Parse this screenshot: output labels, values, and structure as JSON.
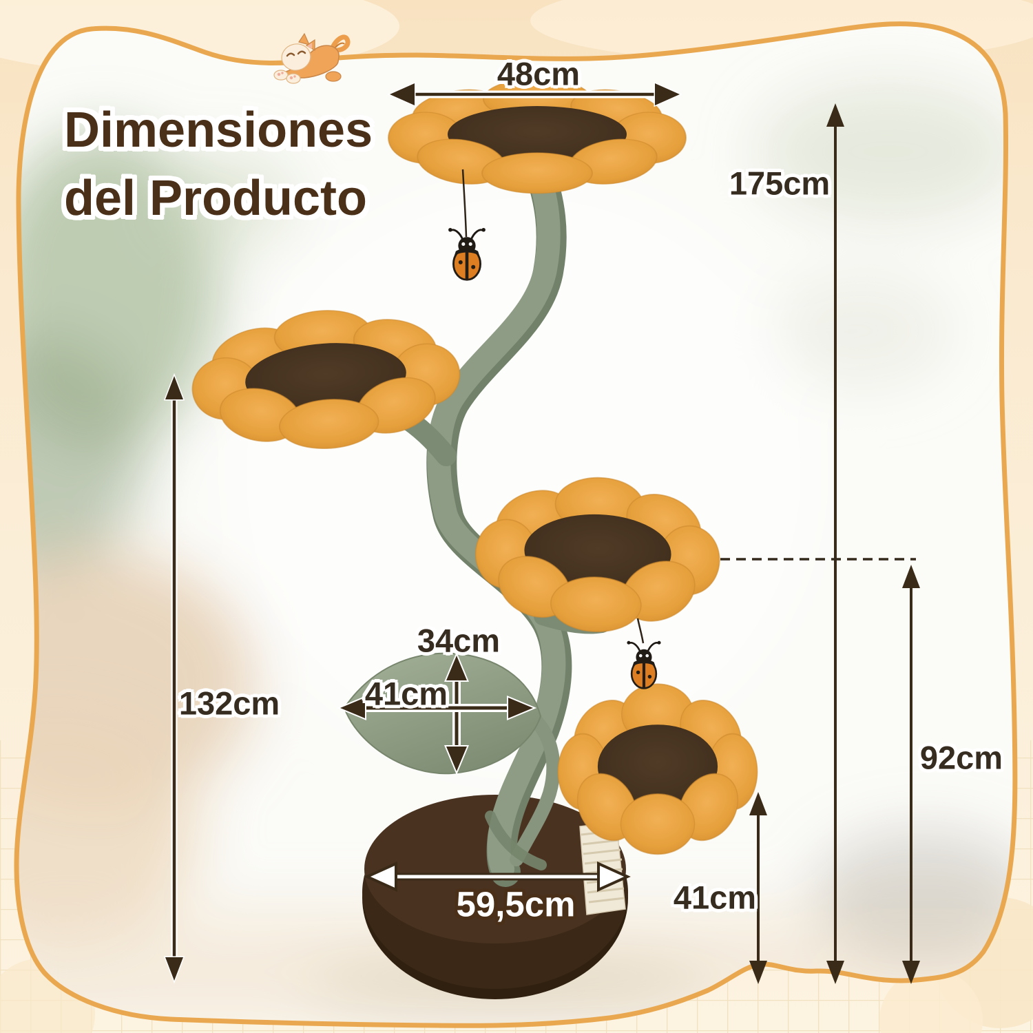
{
  "title": {
    "line1": "Dimensiones",
    "line2": "del Producto"
  },
  "dimensions": {
    "top_platform_width": "48cm",
    "total_height": "175cm",
    "left_platform_height": "132cm",
    "leaf_height": "34cm",
    "leaf_width": "41cm",
    "right_platform_height": "92cm",
    "base_diameter": "59,5cm",
    "bottom_platform_height": "41cm"
  },
  "icons": {
    "cat": "stretching-cat",
    "ladybug_top": "ladybug-toy",
    "ladybug_middle": "ladybug-toy"
  },
  "colors": {
    "frame": "#E9A84F",
    "outer_background": "#FBEDD6",
    "title_text": "#4A3018",
    "dimension_text": "#362C1F",
    "inverse_text": "#FFFFFF",
    "petal_orange": "#E6A03C",
    "flower_center_brown": "#42301E",
    "stem_green": "#8E9C85",
    "base_brown": "#3B2817",
    "ladybug_orange": "#DE7E22",
    "sisal_post": "#F0E9D8"
  }
}
